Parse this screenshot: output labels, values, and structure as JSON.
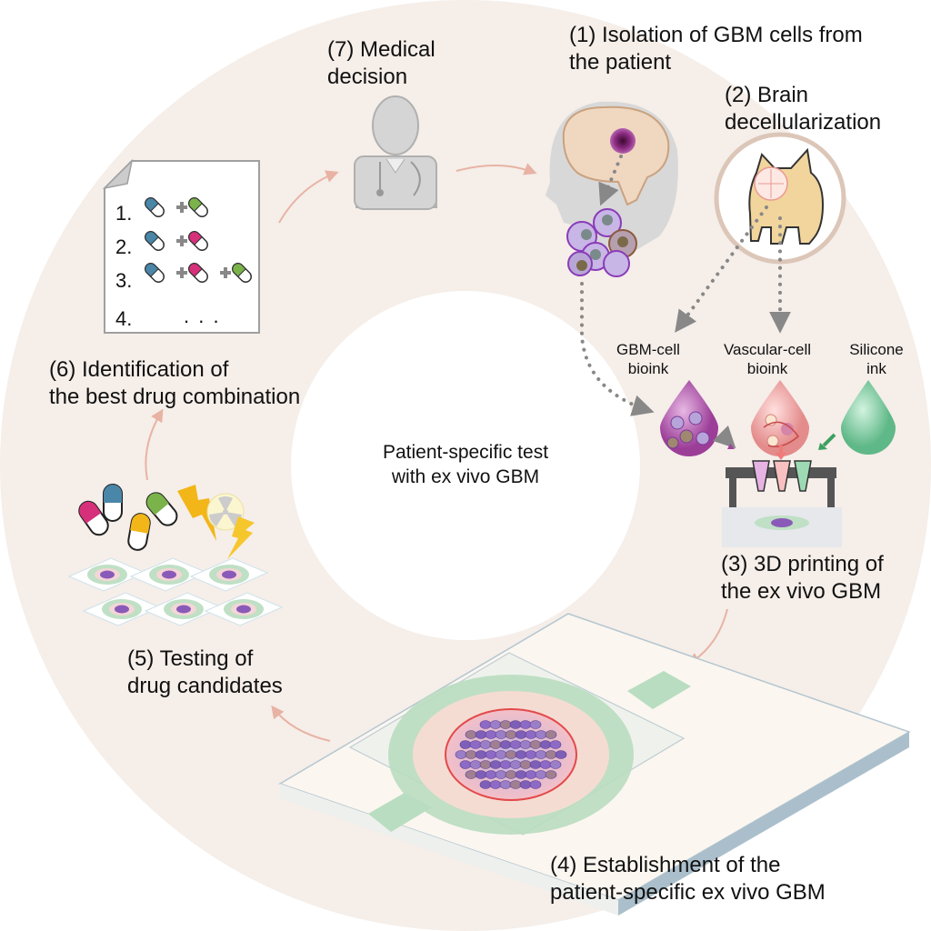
{
  "title": "Patient-specific test with ex vivo GBM workflow",
  "colors": {
    "ring": "#f5eee9",
    "inner": "#ffffff",
    "cycle_arrow": "#e8b3a4",
    "dotted_arrow": "#888888",
    "capsule_blue": "#4a86a8",
    "capsule_green": "#7ab34a",
    "capsule_pink": "#d6307a",
    "capsule_yellow": "#f2b619",
    "gbm_ink": "#b45cb0",
    "vascular_ink": "#f0a0a0",
    "silicone_ink": "#7fcfa2",
    "chip_green": "#b9ddc0",
    "pig": "#f1d59c"
  },
  "center": {
    "line1": "Patient-specific test",
    "line2": "with ex vivo GBM"
  },
  "steps": [
    {
      "id": 1,
      "line1": "(1) Isolation of GBM cells from",
      "line2": "the patient",
      "icon": "patient-head-brain-tumor-icon"
    },
    {
      "id": 2,
      "line1": "(2) Brain",
      "line2": "decellularization",
      "icon": "pig-brain-icon"
    },
    {
      "id": 3,
      "line1": "(3) 3D printing of",
      "line2": "the ex vivo GBM",
      "icon": "3d-printer-icon"
    },
    {
      "id": 4,
      "line1": "(4) Establishment of the",
      "line2": "patient-specific ex vivo GBM",
      "icon": "chip-device-icon"
    },
    {
      "id": 5,
      "line1": "(5) Testing of",
      "line2": "drug candidates",
      "icon": "drug-testing-icon"
    },
    {
      "id": 6,
      "line1": "(6) Identification of",
      "line2": "the best drug combination",
      "icon": "document-list-icon"
    },
    {
      "id": 7,
      "line1": "(7) Medical",
      "line2": "decision",
      "icon": "doctor-icon"
    }
  ],
  "inks": [
    {
      "line1": "GBM-cell",
      "line2": "bioink",
      "color": "#b45cb0"
    },
    {
      "line1": "Vascular-cell",
      "line2": "bioink",
      "color": "#f0a0a0"
    },
    {
      "line1": "Silicone",
      "line2": "ink",
      "color": "#7fcfa2"
    }
  ],
  "drug_list": [
    {
      "number": "1.",
      "capsules": [
        "blue",
        "green"
      ]
    },
    {
      "number": "2.",
      "capsules": [
        "blue",
        "pink"
      ]
    },
    {
      "number": "3.",
      "capsules": [
        "blue",
        "pink",
        "green"
      ]
    },
    {
      "number": "4.",
      "ellipsis": ". . ."
    }
  ]
}
